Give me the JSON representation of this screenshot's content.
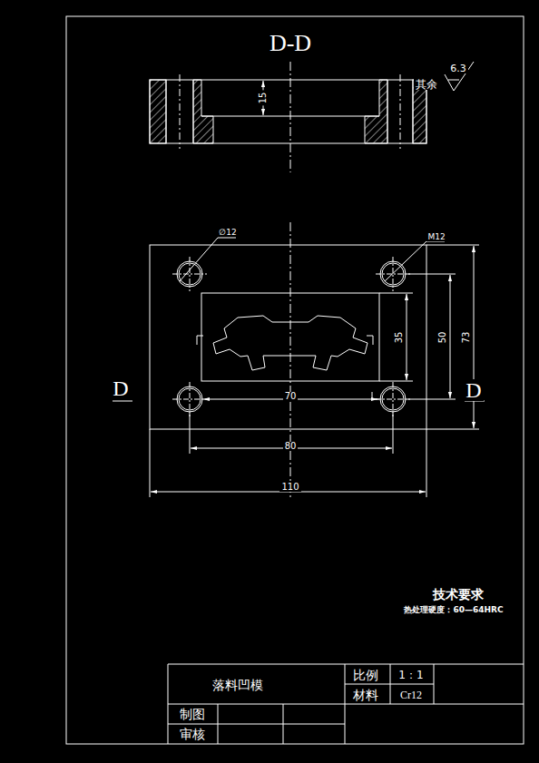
{
  "diagram": {
    "labels": [
      "D-D",
      "15",
      "其余",
      "6.3",
      "∅12",
      "M12",
      "35",
      "50",
      "73",
      "D",
      "70",
      "D",
      "80",
      "110",
      "技术要求",
      "热处理硬度：60—64HRC",
      "落料凹模",
      "比例",
      "1：1",
      "材料",
      "Cr12",
      "制图",
      "审核"
    ]
  }
}
